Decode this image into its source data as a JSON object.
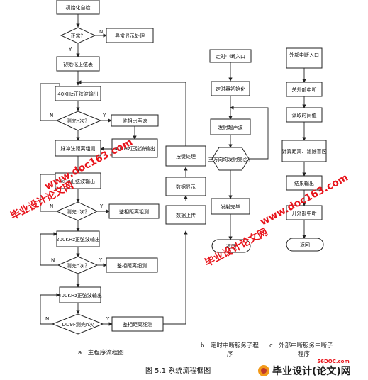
{
  "main_flow": {
    "init_check": "初始化自检",
    "normal_q": "正常？",
    "abnormal": "异常显示处理",
    "init_table": "初始化正弦表",
    "sin40_out": "40KHz正弦波输出",
    "measured_n_q": "测完n次？",
    "phase_speed": "鉴相比声速",
    "sin40_out2": "40KHz正弦波输出",
    "pulse_range": "脉冲法距离粗测",
    "khz_out": "kHz正弦波输出",
    "measured_n_q2": "测完n次？",
    "phase_coarse": "鉴相距离粗测",
    "sin200_out": "200KHz正弦波输出",
    "measured_n_q3": "测完n次？",
    "phase_fine": "鉴相距离细测",
    "sin400_out": "400KHz正弦波输出",
    "dd9f_q": "DD9F测完n次",
    "phase_fine2": "鉴相距离细测",
    "key_handle": "按键处理",
    "data_display": "数据显示",
    "data_upload": "数据上传"
  },
  "timer_flow": {
    "entry": "定时中断入口",
    "init": "定时器初始化",
    "send": "发射超声波",
    "three_dir_q": "三方向均发射完否？",
    "done": "发射完毕",
    "return": "返回"
  },
  "ext_flow": {
    "entry": "外部中断入口",
    "close": "关外部中断",
    "read_time": "读取时间值",
    "compute": "计算距离、滤除盲区",
    "output": "结果输出",
    "open": "开外部中断",
    "return": "返回"
  },
  "yes_no": {
    "yes": "Y",
    "no": "N"
  },
  "captions": {
    "a": "a　主程序流程图",
    "b_line1": "b　定时中断服务子程",
    "b_line2": "序",
    "c_line1": "c　外部中断服务中断子",
    "c_line2": "程序"
  },
  "figure_title": "图 5.1 系统流程框图",
  "watermarks": {
    "site": "www.doc163.com",
    "cn": "毕业设计论文网",
    "logo_top": "56DOC.com",
    "logo_main": "毕业设计(论文)网"
  },
  "colors": {
    "watermark": "#e8141b",
    "logo": "#1b1b1b"
  }
}
